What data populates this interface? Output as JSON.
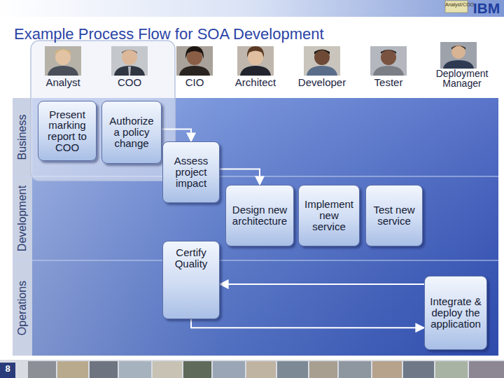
{
  "diagram": {
    "title": "Example Process Flow for SOA Development",
    "nodes": [
      {
        "text": [
          "Present marking report to COO"
        ]
      },
      {
        "text": [
          "Authorize a policy change"
        ]
      },
      {
        "text": [
          "Assess project impact"
        ]
      },
      {
        "text": [
          "Design new architecture"
        ]
      },
      {
        "text": [
          "Implement new service"
        ]
      },
      {
        "text": [
          "Test new service"
        ]
      },
      {
        "text": [
          "Certify Quality"
        ]
      },
      {
        "text": [
          "Integrate & deploy the application"
        ]
      }
    ],
    "edges": [
      {
        "from": 1,
        "to": 2,
        "arrow": "to"
      },
      {
        "from": 2,
        "to": 3,
        "arrow": "to"
      },
      {
        "from": 7,
        "to": 6,
        "arrow": "to"
      },
      {
        "from": 6,
        "to": 7,
        "arrow": "to"
      }
    ],
    "labels": [
      "Analyst/COO",
      "IBM",
      "Analyst",
      "COO",
      "CIO",
      "Architect",
      "Developer",
      "Tester",
      "Deployment Manager",
      "Business",
      "Development",
      "Operations",
      "8"
    ]
  }
}
